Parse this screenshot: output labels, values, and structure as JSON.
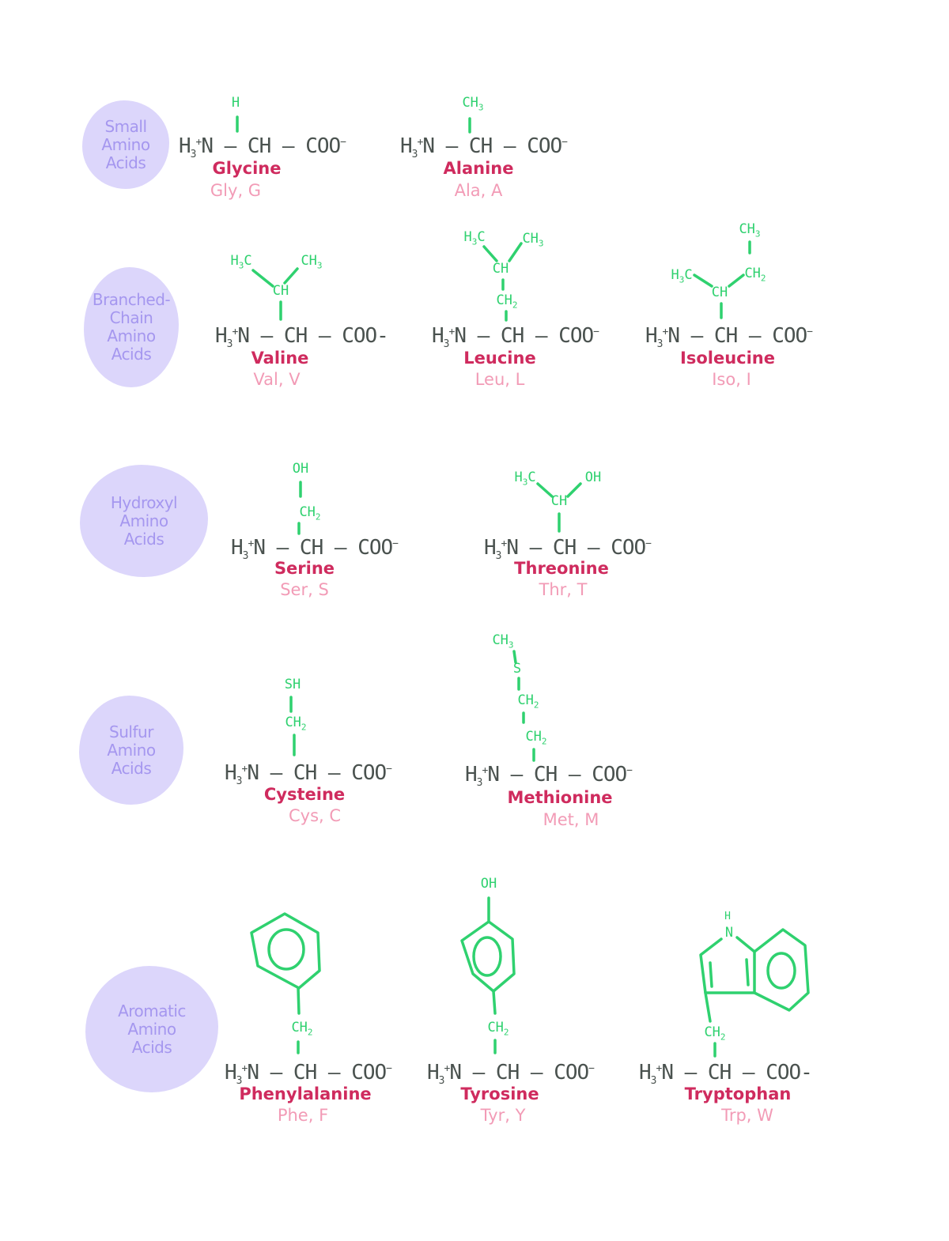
{
  "categories": [
    {
      "label": "Small\nAmino\nAcids"
    },
    {
      "label": "Branched-\nChain\nAmino\nAcids"
    },
    {
      "label": "Hydroxyl\nAmino\nAcids"
    },
    {
      "label": "Sulfur\nAmino\nAcids"
    },
    {
      "label": "Aromatic\nAmino\nAcids"
    }
  ],
  "backbone": {
    "amine": "H",
    "amine_sub": "3",
    "amine_sup": "+",
    "amine_n": "N",
    "middle": " – CH – ",
    "carboxyl": "COO",
    "charge": "−"
  },
  "amino_acids": [
    {
      "name": "Glycine",
      "abbr": "Gly, G",
      "side_chain": [
        "H"
      ]
    },
    {
      "name": "Alanine",
      "abbr": "Ala, A",
      "side_chain": [
        "CH3"
      ]
    },
    {
      "name": "Valine",
      "abbr": "Val, V",
      "side_chain": [
        "H3C",
        "CH3",
        "CH"
      ]
    },
    {
      "name": "Leucine",
      "abbr": "Leu, L",
      "side_chain": [
        "H3C",
        "CH3",
        "CH",
        "CH2"
      ]
    },
    {
      "name": "Isoleucine",
      "abbr": "Iso, I",
      "side_chain": [
        "CH3",
        "H3C",
        "CH2",
        "CH"
      ]
    },
    {
      "name": "Serine",
      "abbr": "Ser, S",
      "side_chain": [
        "OH",
        "CH2"
      ]
    },
    {
      "name": "Threonine",
      "abbr": "Thr, T",
      "side_chain": [
        "H3C",
        "OH",
        "CH"
      ]
    },
    {
      "name": "Cysteine",
      "abbr": "Cys, C",
      "side_chain": [
        "SH",
        "CH2"
      ]
    },
    {
      "name": "Methionine",
      "abbr": "Met, M",
      "side_chain": [
        "CH3",
        "S",
        "CH2",
        "CH2"
      ]
    },
    {
      "name": "Phenylalanine",
      "abbr": "Phe, F",
      "side_chain": [
        "benzene",
        "CH2"
      ]
    },
    {
      "name": "Tyrosine",
      "abbr": "Tyr, Y",
      "side_chain": [
        "OH",
        "benzene",
        "CH2"
      ]
    },
    {
      "name": "Tryptophan",
      "abbr": "Trp, W",
      "side_chain": [
        "H",
        "N",
        "indole",
        "CH2"
      ]
    }
  ],
  "colors": {
    "category_bg": "#dcd6fb",
    "category_text": "#a597ef",
    "backbone": "#4a524f",
    "side_chain": "#2fd16f",
    "name": "#cf2b5e",
    "abbr": "#f29bb6"
  }
}
